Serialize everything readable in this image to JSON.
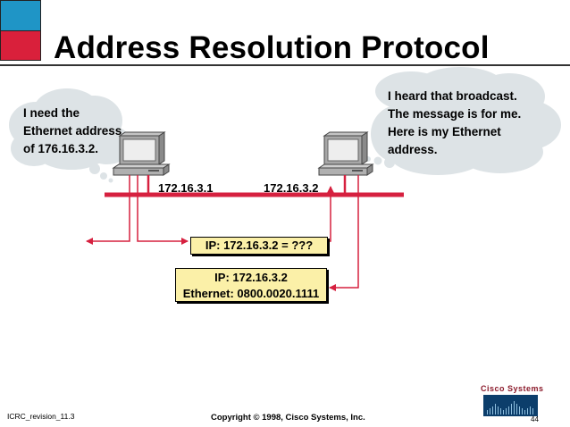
{
  "slide": {
    "title": "Address Resolution Protocol",
    "footer_left": "ICRC_revision_11.3",
    "copyright": "Copyright © 1998, Cisco Systems, Inc.",
    "page_number": "44",
    "logo_text": "Cisco Systems"
  },
  "clouds": {
    "left": [
      "I need the",
      "Ethernet address",
      "of 176.16.3.2."
    ],
    "right": [
      "I heard that broadcast.",
      "The message is for me.",
      "Here is my Ethernet",
      "address."
    ]
  },
  "hosts": {
    "left_ip": "172.16.3.1",
    "right_ip": "172.16.3.2"
  },
  "messages": {
    "request": "IP: 172.16.3.2 = ???",
    "reply_line1": "IP: 172.16.3.2",
    "reply_line2": "Ethernet: 0800.0020.1111"
  },
  "colors": {
    "wire": "#d6203f",
    "cloud": "#dde3e6",
    "message_box": "#fbf0a8",
    "title_square_top": "#1f95c6",
    "title_square_bottom": "#d9203b",
    "logo": "#0c3e6b"
  },
  "icons": {
    "left_host": "desktop-computer",
    "right_host": "desktop-computer",
    "logo": "cisco-bridge-logo"
  }
}
